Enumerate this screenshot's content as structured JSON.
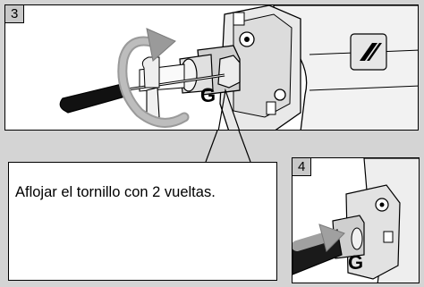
{
  "steps": [
    {
      "number": "3",
      "part_label": "G"
    },
    {
      "number": "4",
      "part_label": "G"
    }
  ],
  "callout": {
    "text": "Aflojar el tornillo con 2 vueltas."
  }
}
